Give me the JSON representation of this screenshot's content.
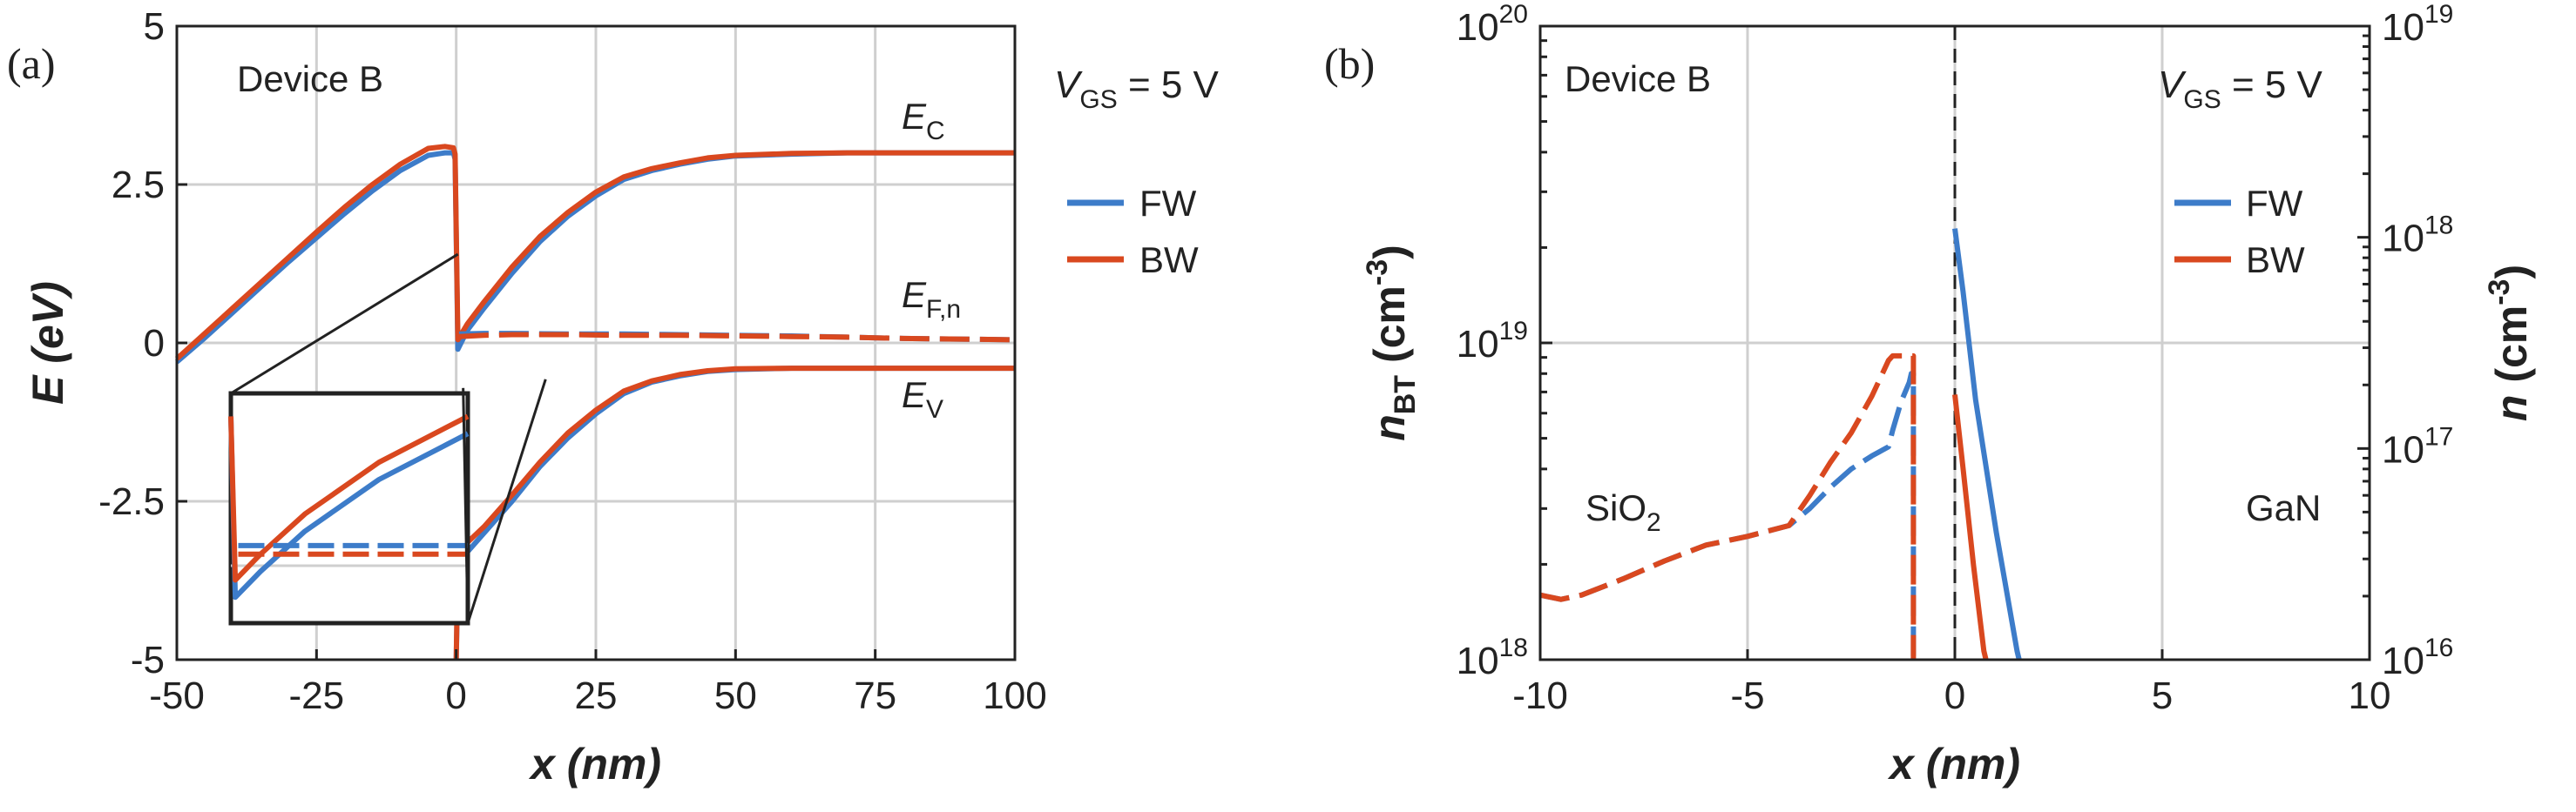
{
  "colors": {
    "fw": "#3d7cc9",
    "bw": "#d9481f",
    "grid": "#cfcfcf",
    "axis": "#222222"
  },
  "chart_data": [
    {
      "panel": "(a)",
      "type": "line",
      "xlabel": "x (nm)",
      "ylabel": "E (eV)",
      "xlim": [
        -50,
        100
      ],
      "ylim": [
        -5,
        5
      ],
      "xticks": [
        -50,
        -25,
        0,
        25,
        50,
        75,
        100
      ],
      "xtick_labels": [
        "-50",
        "-25",
        "0",
        "25",
        "50",
        "75",
        "100"
      ],
      "yticks": [
        -5,
        -2.5,
        0,
        2.5,
        5
      ],
      "ytick_labels": [
        "-5",
        "-2.5",
        "0",
        "2.5",
        "5"
      ],
      "grid": true,
      "legend": {
        "placement": "right, outside",
        "entries": [
          "FW",
          "BW"
        ]
      },
      "annotations": {
        "device": "Device B",
        "vgs_sym": "V",
        "vgs_sub": "GS",
        "vgs_val": " = 5 V",
        "ec_sym": "E",
        "ec_sub": "C",
        "efn_sym": "E",
        "efn_sub": "F,n",
        "ev_sym": "E",
        "ev_sub": "V"
      },
      "series": [
        {
          "name": "FW",
          "label": "E_C",
          "style": "solid",
          "x": [
            -50,
            -45,
            -40,
            -35,
            -30,
            -25,
            -20,
            -15,
            -10,
            -5,
            -2,
            -0.5,
            -0.2,
            0.3,
            2,
            5,
            10,
            15,
            20,
            25,
            30,
            35,
            40,
            45,
            50,
            60,
            70,
            80,
            90,
            100
          ],
          "y": [
            -0.3,
            0.08,
            0.48,
            0.88,
            1.28,
            1.66,
            2.04,
            2.4,
            2.72,
            2.96,
            3.0,
            3.0,
            2.9,
            -0.1,
            0.2,
            0.55,
            1.1,
            1.6,
            2.0,
            2.32,
            2.58,
            2.72,
            2.82,
            2.9,
            2.95,
            2.98,
            3.0,
            3.0,
            3.0,
            3.0
          ]
        },
        {
          "name": "BW",
          "label": "E_C",
          "style": "solid",
          "x": [
            -50,
            -45,
            -40,
            -35,
            -30,
            -25,
            -20,
            -15,
            -10,
            -5,
            -2,
            -0.5,
            -0.2,
            0.3,
            2,
            5,
            10,
            15,
            20,
            25,
            30,
            35,
            40,
            45,
            50,
            60,
            70,
            80,
            90,
            100
          ],
          "y": [
            -0.25,
            0.15,
            0.55,
            0.95,
            1.35,
            1.75,
            2.14,
            2.5,
            2.82,
            3.07,
            3.1,
            3.08,
            2.98,
            0.05,
            0.3,
            0.65,
            1.2,
            1.68,
            2.06,
            2.38,
            2.62,
            2.75,
            2.84,
            2.92,
            2.96,
            2.99,
            3.0,
            3.0,
            3.0,
            3.0
          ]
        },
        {
          "name": "FW",
          "label": "E_F,n",
          "style": "dashed",
          "x": [
            0.5,
            5,
            10,
            20,
            30,
            40,
            50,
            60,
            70,
            80,
            90,
            100
          ],
          "y": [
            0.14,
            0.15,
            0.15,
            0.14,
            0.14,
            0.13,
            0.12,
            0.11,
            0.09,
            0.07,
            0.06,
            0.05
          ]
        },
        {
          "name": "BW",
          "label": "E_F,n",
          "style": "dashed",
          "x": [
            0.5,
            5,
            10,
            20,
            30,
            40,
            50,
            60,
            70,
            80,
            90,
            100
          ],
          "y": [
            0.1,
            0.12,
            0.13,
            0.13,
            0.12,
            0.12,
            0.11,
            0.1,
            0.09,
            0.07,
            0.06,
            0.05
          ]
        },
        {
          "name": "FW",
          "label": "E_V",
          "style": "solid",
          "x": [
            0,
            0.3,
            2,
            5,
            10,
            15,
            20,
            25,
            30,
            35,
            40,
            45,
            50,
            60,
            70,
            80,
            90,
            100
          ],
          "y": [
            -5,
            -3.6,
            -3.3,
            -3.0,
            -2.5,
            -1.95,
            -1.5,
            -1.12,
            -0.8,
            -0.62,
            -0.52,
            -0.45,
            -0.42,
            -0.4,
            -0.4,
            -0.4,
            -0.4,
            -0.4
          ]
        },
        {
          "name": "BW",
          "label": "E_V",
          "style": "solid",
          "x": [
            0,
            0.3,
            2,
            5,
            10,
            15,
            20,
            25,
            30,
            35,
            40,
            45,
            50,
            60,
            70,
            80,
            90,
            100
          ],
          "y": [
            -5,
            -3.4,
            -3.15,
            -2.9,
            -2.4,
            -1.88,
            -1.42,
            -1.06,
            -0.76,
            -0.6,
            -0.5,
            -0.44,
            -0.41,
            -0.4,
            -0.4,
            -0.4,
            -0.4,
            -0.4
          ]
        }
      ],
      "inset": {
        "zoom_from": {
          "x": [
            0,
            16
          ],
          "y": [
            -0.3,
            1.4
          ]
        },
        "series": [
          {
            "name": "FW",
            "style": "solid",
            "x": [
              0,
              0.3,
              2,
              5,
              10,
              16
            ],
            "y": [
              -0.6,
              -3.75,
              -3.3,
              -2.6,
              -1.7,
              -0.9
            ]
          },
          {
            "name": "BW",
            "style": "solid",
            "x": [
              0,
              0.3,
              2,
              5,
              10,
              16
            ],
            "y": [
              -0.6,
              -3.45,
              -3.0,
              -2.3,
              -1.4,
              -0.6
            ]
          },
          {
            "name": "FW",
            "style": "dashed",
            "x": [
              0.5,
              16
            ],
            "y": [
              -2.85,
              -2.85
            ]
          },
          {
            "name": "BW",
            "style": "dashed",
            "x": [
              0.5,
              16
            ],
            "y": [
              -3.0,
              -3.0
            ]
          }
        ]
      }
    },
    {
      "panel": "(b)",
      "type": "line",
      "xlabel": "x (nm)",
      "ylabel_left_sym": "n",
      "ylabel_left_sub": "BT",
      "ylabel_left_unit": " (cm",
      "ylabel_left_exp": "-3",
      "ylabel_left_close": ")",
      "ylabel_right_sym": "n",
      "ylabel_right_unit": " (cm",
      "ylabel_right_exp": "-3",
      "ylabel_right_close": ")",
      "xlim": [
        -10,
        10
      ],
      "ylim_left": [
        1e+18,
        1e+20
      ],
      "ylim_right": [
        1e+16,
        1e+19
      ],
      "yscale": "log",
      "xticks": [
        -10,
        -5,
        0,
        5,
        10
      ],
      "xtick_labels": [
        "-10",
        "-5",
        "0",
        "5",
        "10"
      ],
      "yticks_left": [
        {
          "base": "10",
          "exp": "18",
          "value": 1e+18
        },
        {
          "base": "10",
          "exp": "19",
          "value": 1e+19
        },
        {
          "base": "10",
          "exp": "20",
          "value": 1e+20
        }
      ],
      "yticks_right": [
        {
          "base": "10",
          "exp": "16",
          "value": 1e+16
        },
        {
          "base": "10",
          "exp": "17",
          "value": 1e+17
        },
        {
          "base": "10",
          "exp": "18",
          "value": 1e+18
        },
        {
          "base": "10",
          "exp": "19",
          "value": 1e+19
        }
      ],
      "grid": true,
      "legend": {
        "placement": "top-right",
        "entries": [
          "FW",
          "BW"
        ]
      },
      "annotations": {
        "device": "Device B",
        "vgs_sym": "V",
        "vgs_sub": "GS",
        "vgs_val": " = 5 V",
        "sio2_main": "SiO",
        "sio2_sub": "2",
        "gan": "GaN"
      },
      "series": [
        {
          "name": "FW",
          "quantity": "n_BT",
          "axis": "left",
          "style": "dashed",
          "x": [
            -10,
            -9.5,
            -9,
            -8,
            -7,
            -6,
            -5,
            -4,
            -3.5,
            -3,
            -2.5,
            -2,
            -1.6,
            -1.5,
            -1.3,
            -1.1,
            -1.05,
            -1.0,
            -1.0
          ],
          "y": [
            1.6e+18,
            1.55e+18,
            1.6e+18,
            1.8e+18,
            2.05e+18,
            2.3e+18,
            2.45e+18,
            2.65e+18,
            3e+18,
            3.5e+18,
            4e+18,
            4.4e+18,
            4.7e+18,
            5.3e+18,
            6.5e+18,
            7.5e+18,
            8e+18,
            8e+18,
            1e+18
          ]
        },
        {
          "name": "BW",
          "quantity": "n_BT",
          "axis": "left",
          "style": "dashed",
          "x": [
            -10,
            -9.5,
            -9,
            -8,
            -7,
            -6,
            -5,
            -4,
            -3.5,
            -3,
            -2.5,
            -2,
            -1.6,
            -1.5,
            -1.3,
            -1.1,
            -1.05,
            -1.0,
            -1.0
          ],
          "y": [
            1.6e+18,
            1.55e+18,
            1.6e+18,
            1.8e+18,
            2.05e+18,
            2.3e+18,
            2.45e+18,
            2.65e+18,
            3.3e+18,
            4.2e+18,
            5.2e+18,
            6.8e+18,
            8.8e+18,
            9.1e+18,
            9.1e+18,
            9.1e+18,
            9.1e+18,
            9.1e+18,
            1e+18
          ]
        },
        {
          "name": "FW",
          "quantity": "n",
          "axis": "right",
          "style": "solid",
          "x": [
            0,
            0.2,
            0.5,
            1.0,
            1.5,
            1.55
          ],
          "y": [
            1.1e+18,
            5.5e+17,
            1.7e+17,
            4e+16,
            1.1e+16,
            1e+16
          ]
        },
        {
          "name": "BW",
          "quantity": "n",
          "axis": "right",
          "style": "solid",
          "x": [
            0,
            0.2,
            0.45,
            0.7,
            0.75
          ],
          "y": [
            1.8e+17,
            8e+16,
            2.8e+16,
            1.1e+16,
            1e+16
          ]
        }
      ],
      "reference_line": {
        "x": 0,
        "style": "dashed"
      }
    }
  ]
}
